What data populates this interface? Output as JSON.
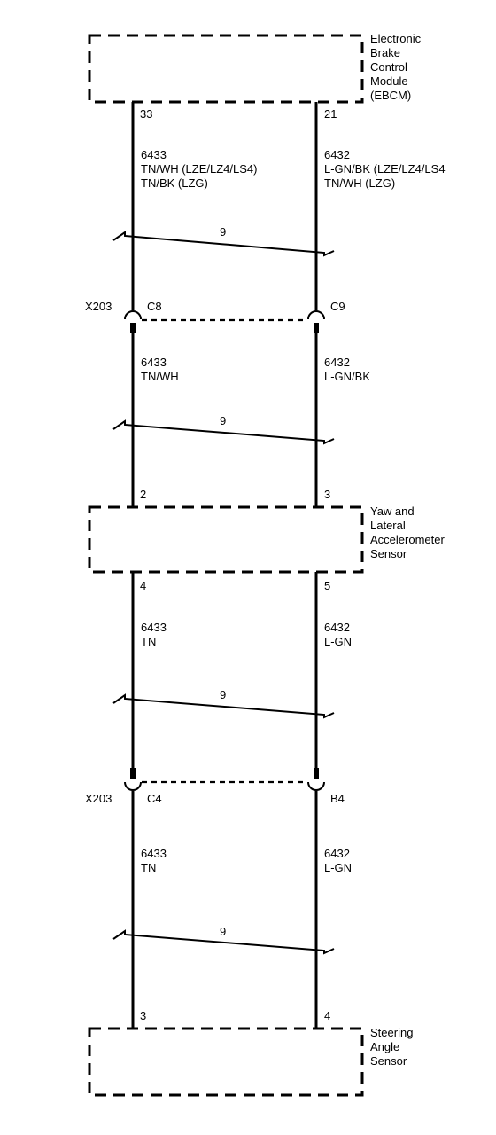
{
  "components": {
    "ebcm": {
      "lines": [
        "Electronic",
        "Brake",
        "Control",
        "Module",
        "(EBCM)"
      ]
    },
    "yaw": {
      "lines": [
        "Yaw and",
        "Lateral",
        "Accelerometer",
        "Sensor"
      ]
    },
    "steering": {
      "lines": [
        "Steering",
        "Angle",
        "Sensor"
      ]
    }
  },
  "pins": {
    "ebcm_left": "33",
    "ebcm_right": "21",
    "yaw_top_left": "2",
    "yaw_top_right": "3",
    "yaw_bottom_left": "4",
    "yaw_bottom_right": "5",
    "steer_left": "3",
    "steer_right": "4"
  },
  "connectors": {
    "upper": {
      "name": "X203",
      "left_pin": "C8",
      "right_pin": "C9"
    },
    "lower": {
      "name": "X203",
      "left_pin": "C4",
      "right_pin": "B4"
    }
  },
  "wires": {
    "seg1_left": [
      "6433",
      "TN/WH (LZE/LZ4/LS4)",
      "TN/BK (LZG)"
    ],
    "seg1_right": [
      "6432",
      "L-GN/BK (LZE/LZ4/LS4",
      "TN/WH (LZG)"
    ],
    "seg2_left": [
      "6433",
      "TN/WH"
    ],
    "seg2_right": [
      "6432",
      "L-GN/BK"
    ],
    "seg3_left": [
      "6433",
      "TN"
    ],
    "seg3_right": [
      "6432",
      "L-GN"
    ],
    "seg4_left": [
      "6433",
      "TN"
    ],
    "seg4_right": [
      "6432",
      "L-GN"
    ]
  },
  "twisted_pairs": {
    "tp1": "9",
    "tp2": "9",
    "tp3": "9",
    "tp4": "9"
  }
}
